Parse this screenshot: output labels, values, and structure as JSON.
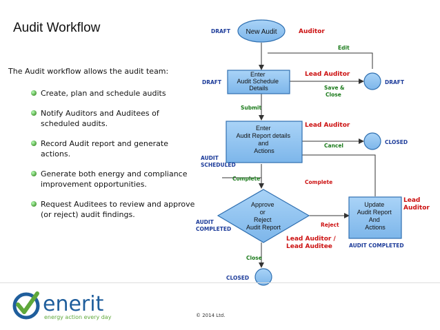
{
  "page": {
    "title": "Audit Workflow",
    "intro": "The Audit workflow allows the audit team:",
    "bullets": [
      "Create, plan and schedule audits",
      "Notify Auditors and Auditees of scheduled audits.",
      "Record Audit report and generate actions.",
      "Generate both energy and compliance improvement opportunities.",
      "Request Auditees to review and approve (or reject) audit findings."
    ],
    "copyright": "© 2014  Ltd."
  },
  "logo": {
    "wordmark": "enerit",
    "tagline": "energy action every day",
    "colors": {
      "blue": "#1f5e9c",
      "green": "#5fa83a"
    }
  },
  "flow": {
    "nodes": {
      "new_audit": "New Audit",
      "enter_schedule": [
        "Enter",
        "Audit Schedule",
        "Details"
      ],
      "enter_report": [
        "Enter",
        "Audit Report details",
        "and",
        "Actions"
      ],
      "approve": [
        "Approve",
        "or",
        "Reject",
        "Audit Report"
      ],
      "update": [
        "Update",
        "Audit Report",
        "And",
        "Actions"
      ]
    },
    "roles": {
      "auditor": "Auditor",
      "lead_auditor_1": "Lead Auditor",
      "lead_auditor_2": "Lead Auditor",
      "lead_auditor_3": [
        "Lead",
        "Auditor"
      ],
      "lead_auditor_auditee": [
        "Lead Auditor /",
        "Lead Auditee"
      ]
    },
    "states": {
      "draft_top": "DRAFT",
      "draft_left": "DRAFT",
      "draft_right": "DRAFT",
      "closed_right": "CLOSED",
      "audit_scheduled": [
        "AUDIT",
        "SCHEDULED"
      ],
      "audit_completed_left": [
        "AUDIT",
        "COMPLETED"
      ],
      "audit_completed_bottom": "AUDIT COMPLETED",
      "closed_bottom": "CLOSED"
    },
    "edges": {
      "edit": "Edit",
      "save_close": [
        "Save &",
        "Close"
      ],
      "submit": "Submit",
      "cancel": "Cancel",
      "complete_left": "Complete",
      "complete_right": "Complete",
      "reject": "Reject",
      "close": "Close"
    },
    "colors": {
      "box_fill": "#8ec3f2",
      "box_stroke": "#2f6fb0",
      "state_text": "#1d3c9a",
      "role_text": "#cc1111",
      "edge_text": "#1a7a1a",
      "line": "#333333"
    }
  }
}
